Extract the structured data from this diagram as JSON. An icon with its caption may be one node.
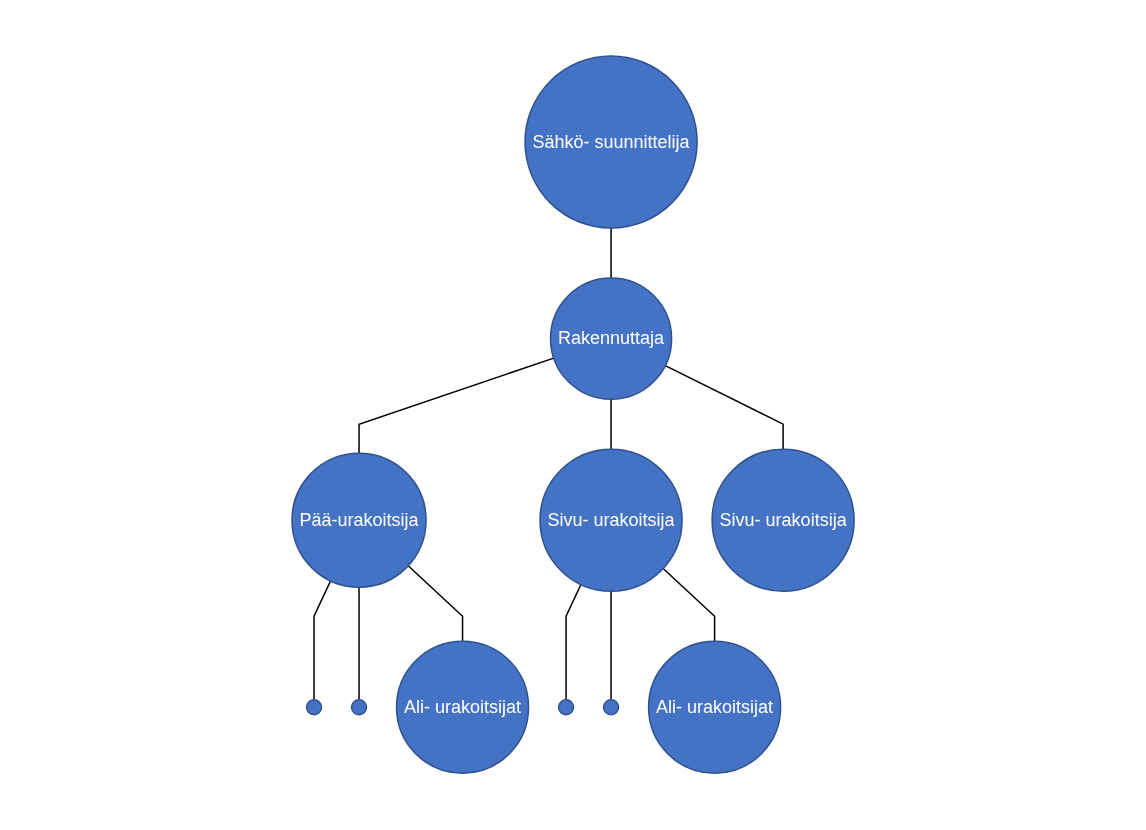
{
  "diagram": {
    "nodes": [
      {
        "text": [
          "Sähkö- suunnittelija"
        ]
      },
      {
        "text": [
          "Rakennuttaja"
        ]
      },
      {
        "text": [
          "Pää-urakoitsija"
        ]
      },
      {
        "text": [
          "Sivu- urakoitsija"
        ]
      },
      {
        "text": [
          "Sivu- urakoitsija"
        ]
      },
      {
        "text": [],
        "shape": "circle"
      },
      {
        "text": [],
        "shape": "circle"
      },
      {
        "text": [
          "Ali- urakoitsijat"
        ]
      },
      {
        "text": [],
        "shape": "circle"
      },
      {
        "text": [],
        "shape": "circle"
      },
      {
        "text": [
          "Ali- urakoitsijat"
        ]
      }
    ],
    "edges": [
      {
        "from": 0,
        "to": 1,
        "arrow": "none"
      },
      {
        "from": 1,
        "to": 2,
        "arrow": "none"
      },
      {
        "from": 1,
        "to": 3,
        "arrow": "none"
      },
      {
        "from": 1,
        "to": 4,
        "arrow": "none"
      },
      {
        "from": 2,
        "to": 5,
        "arrow": "none"
      },
      {
        "from": 2,
        "to": 6,
        "arrow": "none"
      },
      {
        "from": 2,
        "to": 7,
        "arrow": "none"
      },
      {
        "from": 3,
        "to": 8,
        "arrow": "none"
      },
      {
        "from": 3,
        "to": 9,
        "arrow": "none"
      },
      {
        "from": 3,
        "to": 10,
        "arrow": "none"
      }
    ]
  }
}
